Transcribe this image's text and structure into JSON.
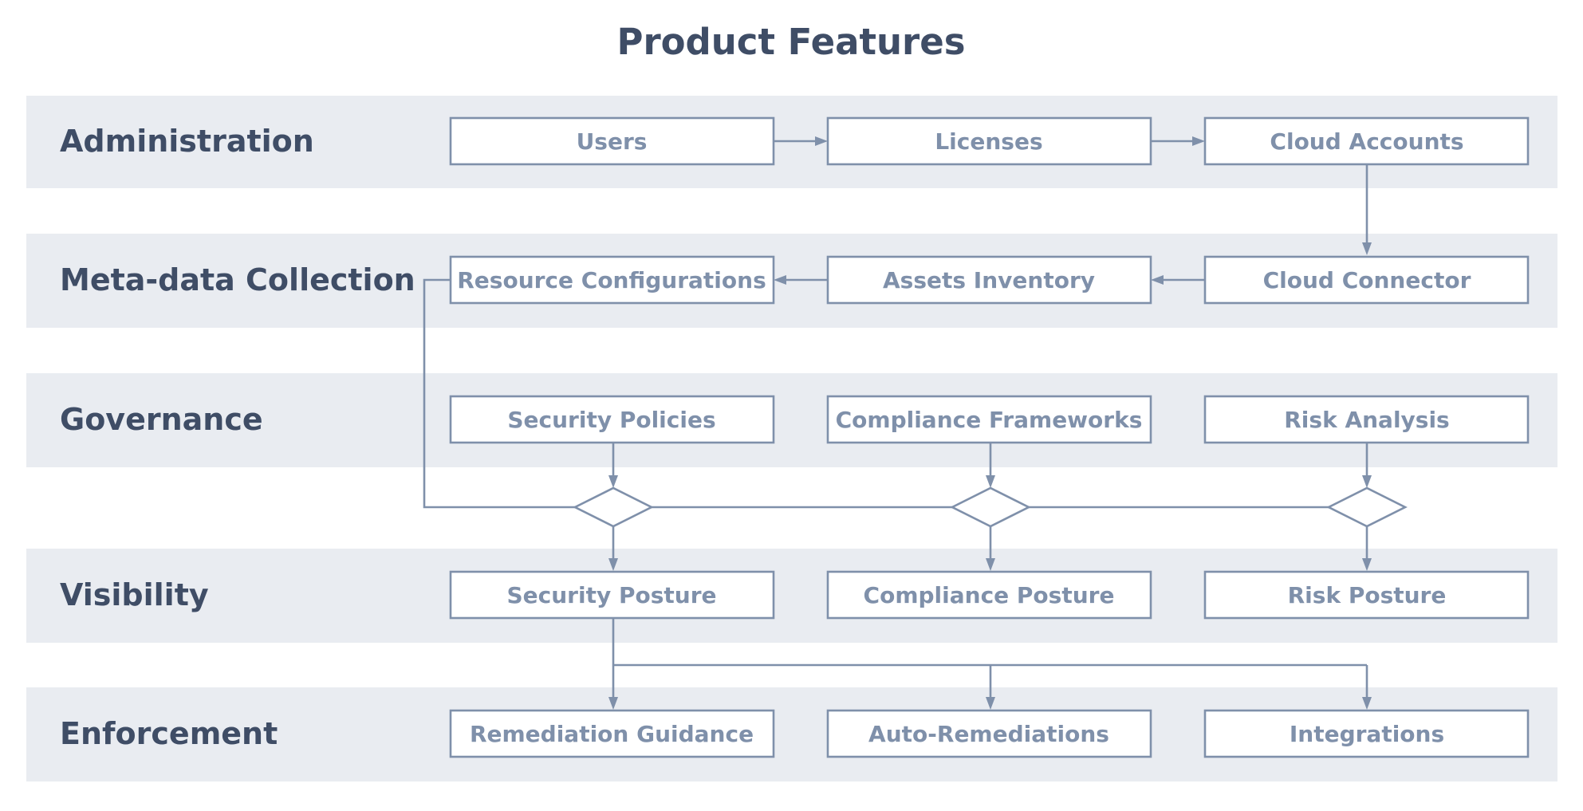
{
  "title": "Product Features",
  "lanes": [
    {
      "label": "Administration"
    },
    {
      "label": "Meta-data Collection"
    },
    {
      "label": "Governance"
    },
    {
      "label": "Visibility"
    },
    {
      "label": "Enforcement"
    }
  ],
  "nodes": {
    "users": "Users",
    "licenses": "Licenses",
    "cloud_accounts": "Cloud Accounts",
    "resource_configurations": "Resource Configurations",
    "assets_inventory": "Assets Inventory",
    "cloud_connector": "Cloud Connector",
    "security_policies": "Security Policies",
    "compliance_frameworks": "Compliance Frameworks",
    "risk_analysis": "Risk Analysis",
    "security_posture": "Security Posture",
    "compliance_posture": "Compliance Posture",
    "risk_posture": "Risk Posture",
    "remediation_guidance": "Remediation Guidance",
    "auto_remediations": "Auto-Remediations",
    "integrations": "Integrations"
  },
  "edges": [
    [
      "Users",
      "Licenses"
    ],
    [
      "Licenses",
      "Cloud Accounts"
    ],
    [
      "Cloud Accounts",
      "Cloud Connector"
    ],
    [
      "Cloud Connector",
      "Assets Inventory"
    ],
    [
      "Assets Inventory",
      "Resource Configurations"
    ],
    [
      "Security Policies",
      "Security Posture"
    ],
    [
      "Compliance Frameworks",
      "Compliance Posture"
    ],
    [
      "Risk Analysis",
      "Risk Posture"
    ],
    [
      "Resource Configurations",
      "Security Posture"
    ],
    [
      "Resource Configurations",
      "Compliance Posture"
    ],
    [
      "Resource Configurations",
      "Risk Posture"
    ],
    [
      "Security Posture",
      "Remediation Guidance"
    ],
    [
      "Security Posture",
      "Auto-Remediations"
    ],
    [
      "Security Posture",
      "Integrations"
    ]
  ],
  "colors": {
    "band": "#e9ecf1",
    "text_dark": "#3f4d66",
    "line": "#7f90aa",
    "box_fill": "#ffffff"
  }
}
